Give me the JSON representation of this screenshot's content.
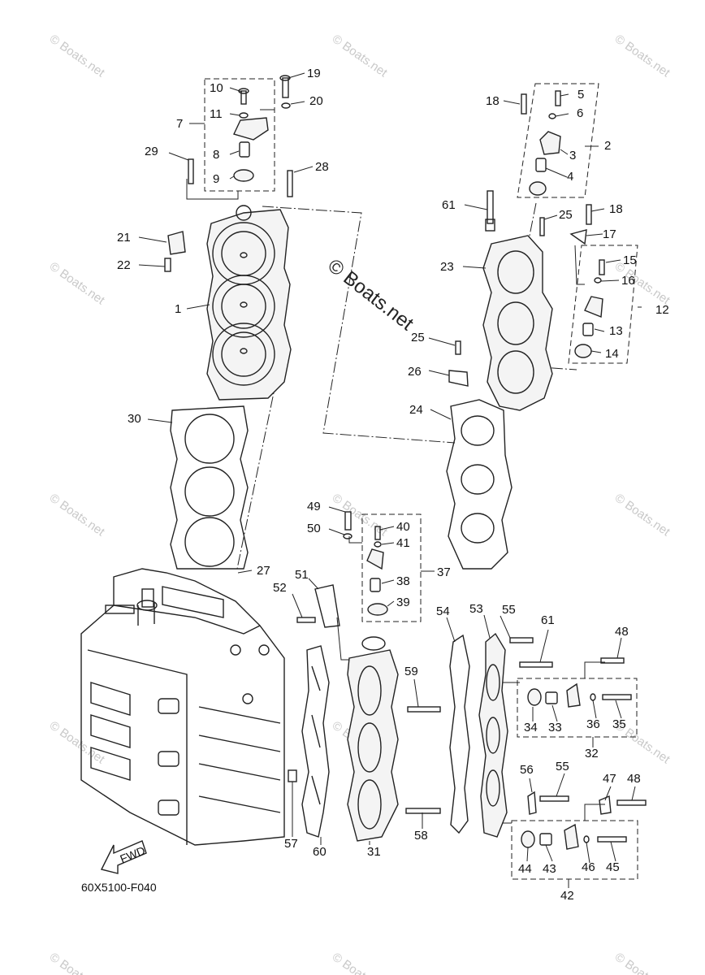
{
  "diagram_code": "60X5100-F040",
  "watermark": "© Boats.net",
  "fwd_label": "FWD",
  "callouts": {
    "p1": "1",
    "p2": "2",
    "p3": "3",
    "p4": "4",
    "p5": "5",
    "p6": "6",
    "p7": "7",
    "p8": "8",
    "p9": "9",
    "p10": "10",
    "p11": "11",
    "p12": "12",
    "p13": "13",
    "p14": "14",
    "p15": "15",
    "p16": "16",
    "p17": "17",
    "p18a": "18",
    "p18b": "18",
    "p19": "19",
    "p20": "20",
    "p21": "21",
    "p22": "22",
    "p23": "23",
    "p24": "24",
    "p25a": "25",
    "p25b": "25",
    "p26": "26",
    "p27": "27",
    "p28": "28",
    "p29": "29",
    "p30": "30",
    "p31": "31",
    "p32": "32",
    "p33": "33",
    "p34": "34",
    "p35": "35",
    "p36": "36",
    "p37": "37",
    "p38": "38",
    "p39": "39",
    "p40": "40",
    "p41": "41",
    "p42": "42",
    "p43": "43",
    "p44": "44",
    "p45": "45",
    "p46": "46",
    "p47": "47",
    "p48a": "48",
    "p48b": "48",
    "p49": "49",
    "p50": "50",
    "p51": "51",
    "p52": "52",
    "p53": "53",
    "p54": "54",
    "p55a": "55",
    "p55b": "55",
    "p56": "56",
    "p57": "57",
    "p58": "58",
    "p59": "59",
    "p60": "60",
    "p61a": "61",
    "p61b": "61"
  }
}
